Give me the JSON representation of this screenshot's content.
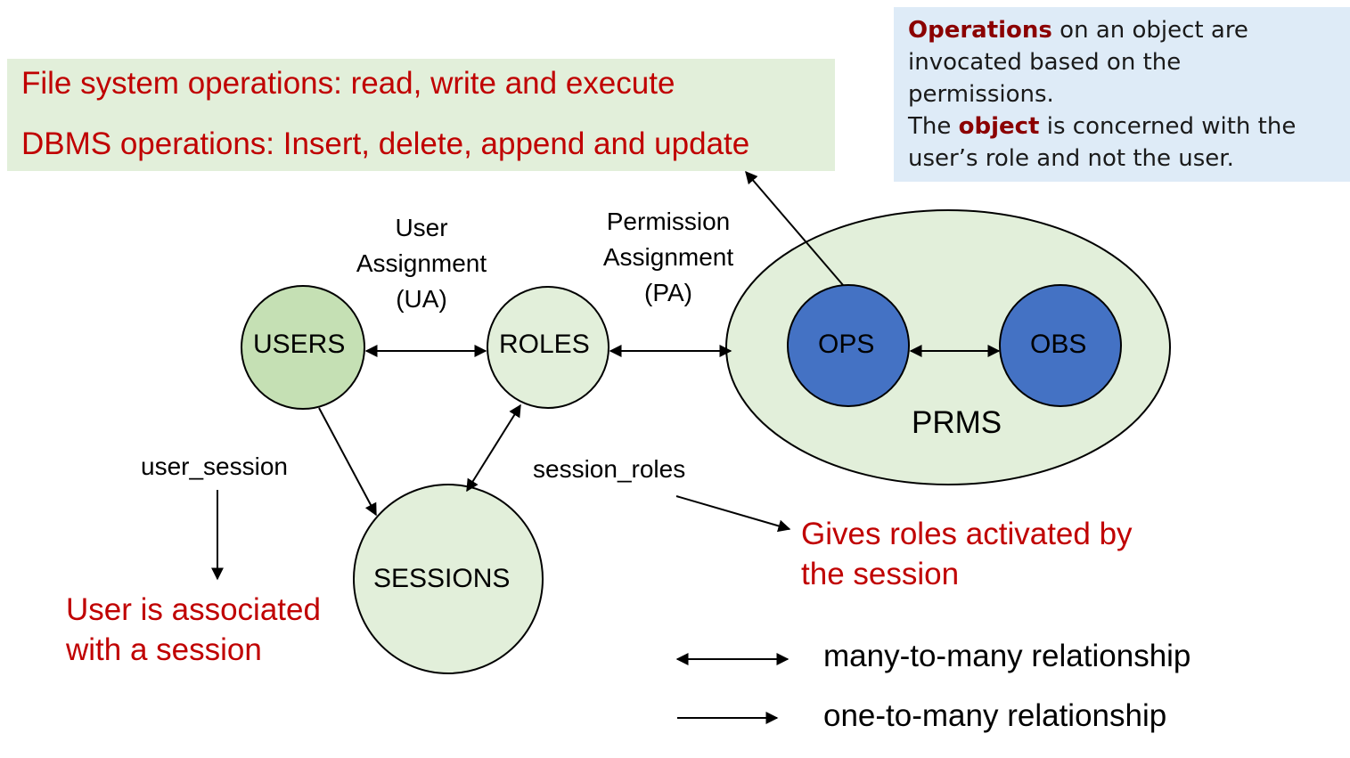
{
  "operations_box": {
    "line1": "File system operations: read, write and execute",
    "line2": "DBMS operations: Insert, delete, append and update"
  },
  "info_box": {
    "operations_word": "Operations",
    "sentence1_rest_a": "on an object are",
    "sentence1_line2": "invocated based on the",
    "sentence1_line3": "permissions.",
    "the_word": "The",
    "object_word": "object",
    "sentence2_rest_a": "is concerned with the",
    "sentence2_line2": "user’s role and not the user."
  },
  "labels": {
    "ua_line1": "User",
    "ua_line2": "Assignment",
    "ua_line3": "(UA)",
    "pa_line1": "Permission",
    "pa_line2": "Assignment",
    "pa_line3": "(PA)",
    "user_session": "user_session",
    "session_roles": "session_roles"
  },
  "nodes": {
    "users": "USERS",
    "roles": "ROLES",
    "sessions": "SESSIONS",
    "ops": "OPS",
    "obs": "OBS",
    "prms": "PRMS"
  },
  "notes": {
    "user_assoc_line1": "User is associated",
    "user_assoc_line2": "with a session",
    "roles_activated_line1": "Gives roles activated by",
    "roles_activated_line2": "the session"
  },
  "legend": {
    "many_to_many": "many-to-many relationship",
    "one_to_many": "one-to-many relationship"
  },
  "colors": {
    "note_red": "#c00000",
    "highlight_dark_red": "#8b0000",
    "node_light_green": "#e2efda",
    "users_green": "#c5e0b4",
    "ops_blue": "#4472c4",
    "ops_box_bg": "#e2efda",
    "info_box_bg": "#deebf7"
  }
}
